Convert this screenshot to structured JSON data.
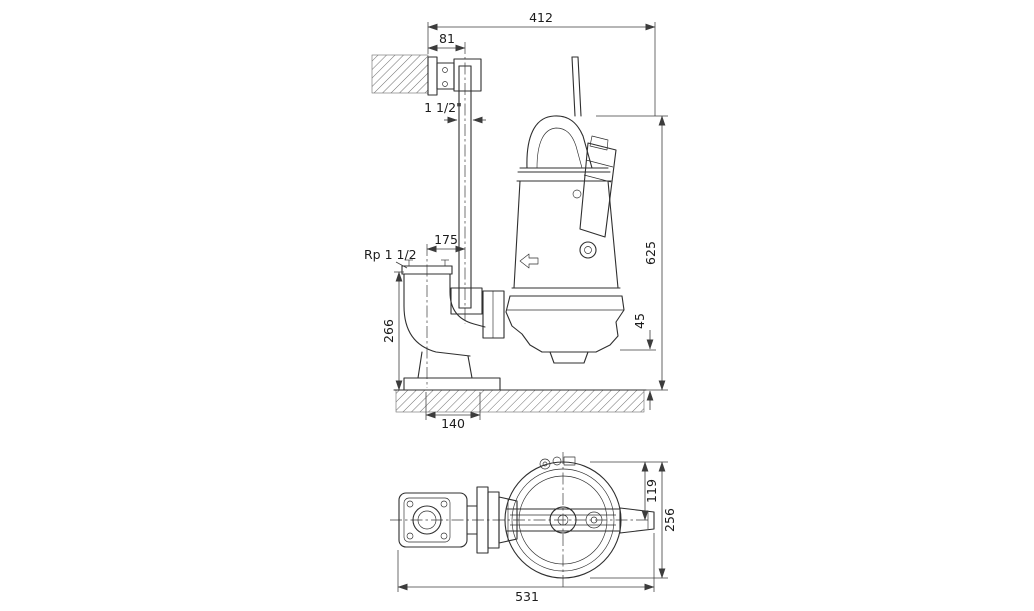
{
  "colors": {
    "background": "#ffffff",
    "line": "#2f2f2f",
    "dimension": "#3c3c3c"
  },
  "side_view": {
    "dims": {
      "overall_width": "412",
      "wall_to_rail": "81",
      "rail_size": "1 1/2\"",
      "rail_to_discharge": "175",
      "discharge_connection": "Rp 1 1/2",
      "base_height": "266",
      "overall_height": "625",
      "inlet_clearance": "45",
      "anchor_spacing": "140"
    }
  },
  "plan_view": {
    "dims": {
      "center_offset": "119",
      "overall_depth": "256",
      "overall_length": "531"
    }
  }
}
